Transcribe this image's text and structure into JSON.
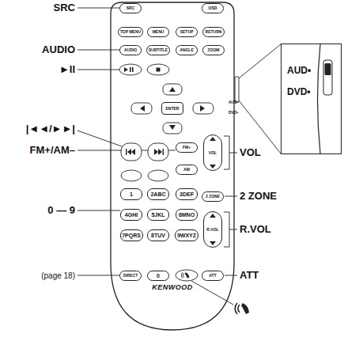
{
  "diagram": {
    "nodes": [
      {
        "text": [
          "KENWOOD"
        ]
      },
      {
        "text": [
          "SRC"
        ],
        "in": 0
      },
      {
        "text": [
          "OSD"
        ],
        "in": 0
      },
      {
        "text": [
          "TOP MENU"
        ],
        "in": 0
      },
      {
        "text": [
          "MENU"
        ],
        "in": 0
      },
      {
        "text": [
          "SETUP"
        ],
        "in": 0
      },
      {
        "text": [
          "RETURN"
        ],
        "in": 0
      },
      {
        "text": [
          "AUDIO"
        ],
        "in": 0
      },
      {
        "text": [
          "SUBTITLE"
        ],
        "in": 0
      },
      {
        "text": [
          "ANGLE"
        ],
        "in": 0
      },
      {
        "text": [
          "ZOOM"
        ],
        "in": 0
      },
      {
        "text": [
          "ENTER"
        ],
        "in": 0
      },
      {
        "text": [
          "FM+"
        ],
        "in": 0
      },
      {
        "text": [
          "VOL"
        ],
        "in": 0
      },
      {
        "text": [
          "AM"
        ],
        "in": 0
      },
      {
        "text": [
          "2 ZONE"
        ],
        "in": 0
      },
      {
        "text": [
          "1"
        ],
        "in": 0
      },
      {
        "text": [
          "2ABC"
        ],
        "in": 0
      },
      {
        "text": [
          "3DEF"
        ],
        "in": 0
      },
      {
        "text": [
          "4GHI"
        ],
        "in": 0
      },
      {
        "text": [
          "5JKL"
        ],
        "in": 0
      },
      {
        "text": [
          "6MNO"
        ],
        "in": 0
      },
      {
        "text": [
          "R.VOL"
        ],
        "in": 0
      },
      {
        "text": [
          "7PQRS"
        ],
        "in": 0
      },
      {
        "text": [
          "8TUV"
        ],
        "in": 0
      },
      {
        "text": [
          "9WXYZ"
        ],
        "in": 0
      },
      {
        "text": [
          "DIRECT"
        ],
        "in": 0
      },
      {
        "text": [
          "0"
        ],
        "in": 0
      },
      {
        "text": [
          "ATT"
        ],
        "in": 0
      },
      {
        "text": [
          "AUD•",
          "DVD•"
        ]
      }
    ],
    "labels": [
      "SRC",
      "AUDIO",
      "►II",
      "|◄◄/►►|",
      "FM+/AM–",
      "0 — 9",
      "(page 18)",
      "VOL",
      "2 ZONE",
      "R.VOL",
      "ATT",
      "AUD•",
      "DVD•"
    ]
  }
}
